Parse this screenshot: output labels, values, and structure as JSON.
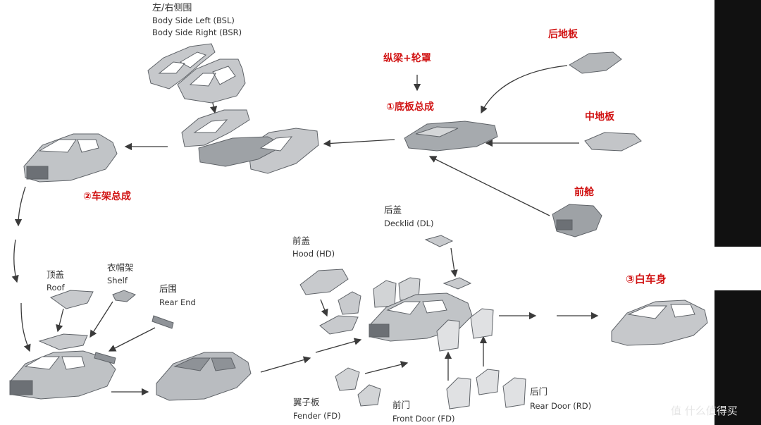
{
  "labels": {
    "body_side_cn": "左/右侧围",
    "body_side_left": "Body Side Left (BSL)",
    "body_side_right": "Body Side Right (BSR)",
    "rails_wheelhouse": "纵梁+轮罩",
    "rear_floor": "后地板",
    "underbody_assembly": "①底板总成",
    "center_floor": "中地板",
    "front_compartment": "前舱",
    "framing_assembly": "②车架总成",
    "roof_cn": "顶盖",
    "roof_en": "Roof",
    "shelf_cn": "衣帽架",
    "shelf_en": "Shelf",
    "rear_end_cn": "后围",
    "rear_end_en": "Rear End",
    "hood_cn": "前盖",
    "hood_en": "Hood (HD)",
    "decklid_cn": "后盖",
    "decklid_en": "Decklid (DL)",
    "body_in_white": "③白车身",
    "fender_cn": "翼子板",
    "fender_en": "Fender (FD)",
    "front_door_cn": "前门",
    "front_door_en": "Front Door (FD)",
    "rear_door_cn": "后门",
    "rear_door_en": "Rear Door (RD)"
  },
  "watermark": "值 什么值得买",
  "colors": {
    "accent_red": "#d11414",
    "part_gray": "#b9bcc0",
    "part_dark": "#5f6368",
    "arrow": "#3a3a3a"
  }
}
